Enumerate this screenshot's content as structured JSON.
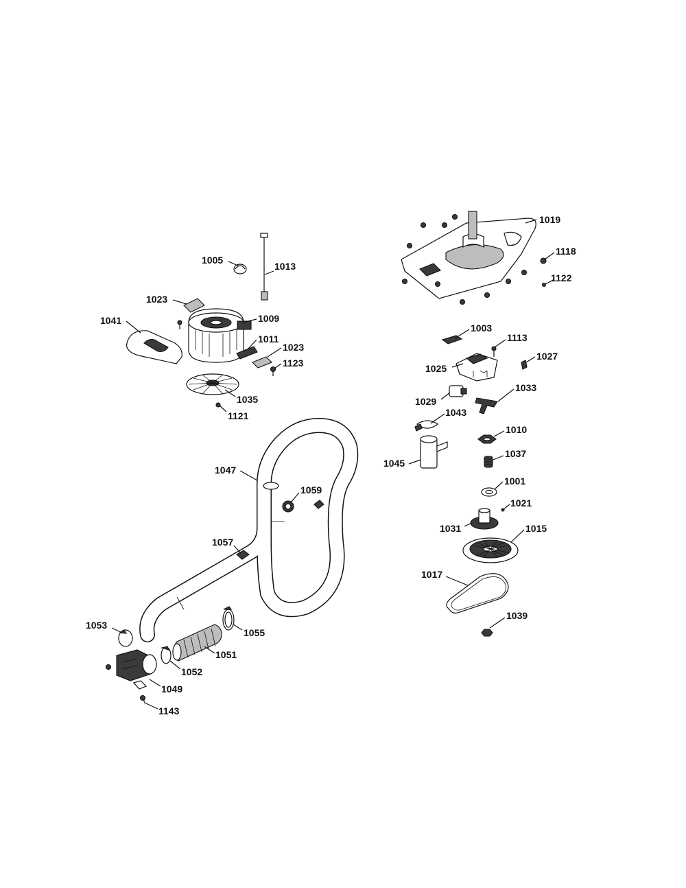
{
  "labels": {
    "p1005": "1005",
    "p1013": "1013",
    "p1023a": "1023",
    "p1009": "1009",
    "p1041": "1041",
    "p1011": "1011",
    "p1023b": "1023",
    "p1123": "1123",
    "p1035": "1035",
    "p1121": "1121",
    "p1019": "1019",
    "p1118": "1118",
    "p1122": "1122",
    "p1003": "1003",
    "p1113": "1113",
    "p1027": "1027",
    "p1025": "1025",
    "p1029": "1029",
    "p1033": "1033",
    "p1043": "1043",
    "p1010": "1010",
    "p1045": "1045",
    "p1037": "1037",
    "p1001": "1001",
    "p1021": "1021",
    "p1031": "1031",
    "p1015": "1015",
    "p1017": "1017",
    "p1039": "1039",
    "p1047": "1047",
    "p1059": "1059",
    "p1057": "1057",
    "p1053": "1053",
    "p1055": "1055",
    "p1051": "1051",
    "p1052": "1052",
    "p1049": "1049",
    "p1143": "1143"
  }
}
